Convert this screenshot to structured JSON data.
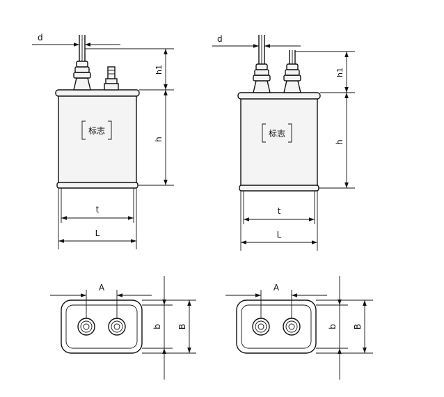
{
  "labels": {
    "d": "d",
    "h1": "h1",
    "h": "h",
    "t": "t",
    "L": "L",
    "A": "A",
    "b": "b",
    "B": "B"
  },
  "marking": "标志",
  "variants": [
    {
      "terminals": "one insulated lead + one stud",
      "view": "front"
    },
    {
      "terminals": "two insulated leads",
      "view": "front"
    }
  ]
}
